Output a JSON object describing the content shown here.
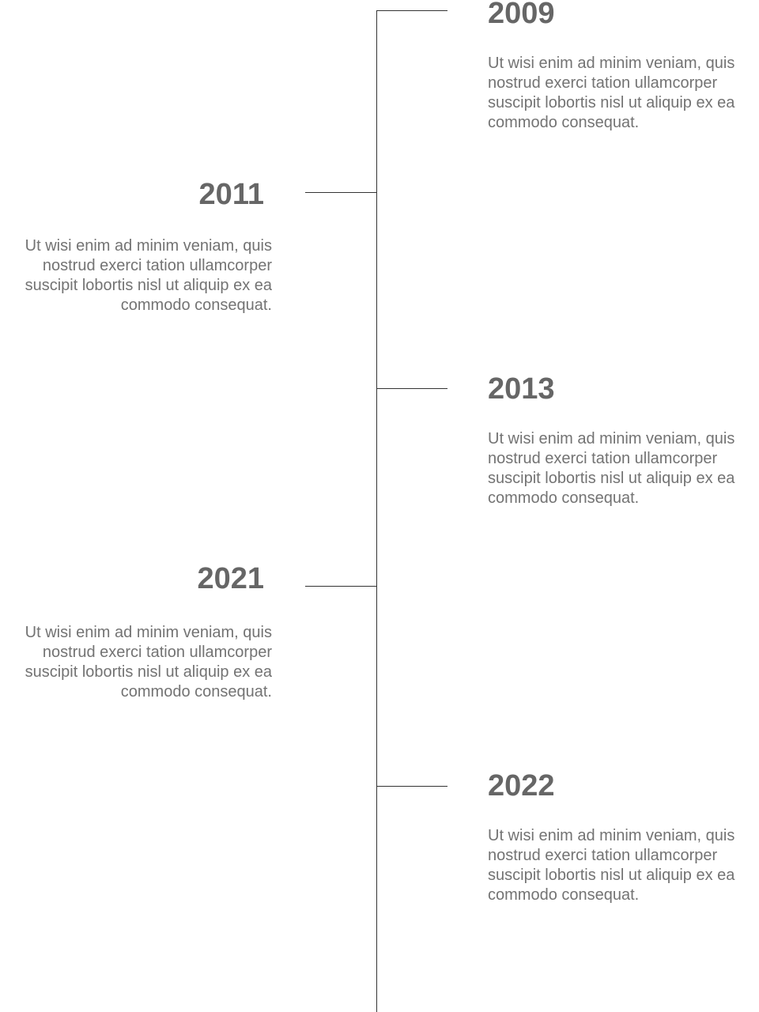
{
  "timeline": {
    "entries": [
      {
        "year": "2009",
        "lines": [
          "Ut wisi enim ad minim veniam, quis",
          "nostrud exerci tation ullamcorper",
          "suscipit lobortis nisl ut aliquip ex ea",
          "commodo consequat."
        ]
      },
      {
        "year": "2011",
        "lines": [
          "Ut wisi enim ad minim veniam, quis",
          "nostrud exerci tation ullamcorper",
          "suscipit lobortis nisl ut aliquip ex ea",
          "commodo consequat."
        ]
      },
      {
        "year": "2013",
        "lines": [
          "Ut wisi enim ad minim veniam, quis",
          "nostrud exerci tation ullamcorper",
          "suscipit lobortis nisl ut aliquip ex ea",
          "commodo consequat."
        ]
      },
      {
        "year": "2021",
        "lines": [
          "Ut wisi enim ad minim veniam, quis",
          "nostrud exerci tation ullamcorper",
          "suscipit lobortis nisl ut aliquip ex ea",
          "commodo consequat."
        ]
      },
      {
        "year": "2022",
        "lines": [
          "Ut wisi enim ad minim veniam, quis",
          "nostrud exerci tation ullamcorper",
          "suscipit lobortis nisl ut aliquip ex ea",
          "commodo consequat."
        ]
      }
    ]
  }
}
